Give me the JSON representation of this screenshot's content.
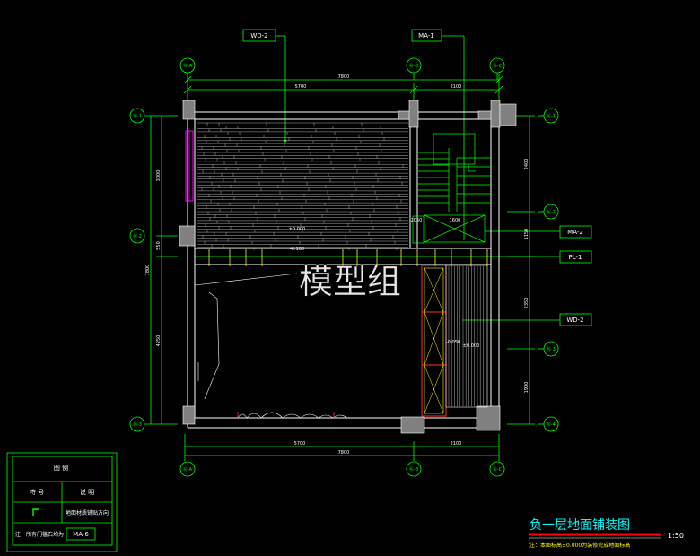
{
  "colors": {
    "background": "#000000",
    "wall": "#ffffff",
    "dimension": "#00ff00",
    "floor_hatch": "#bbbbbb",
    "axis": "#00ff00",
    "title": "#00ffff",
    "title_bar": "#ff0000",
    "note": "#ffff00",
    "red_frame": "#ff3030",
    "magenta": "#ff00ff"
  },
  "tags": {
    "wd2_top": "WD-2",
    "ma1": "MA-1",
    "ma2": "MA-2",
    "pl1": "PL-1",
    "wd2_right": "WD-2",
    "ma6": "MA-6"
  },
  "axes": {
    "top": [
      "⑯-A",
      "⑯-B",
      "⑯-C"
    ],
    "bottom": [
      "⑯-A",
      "⑯-B",
      "⑯-C"
    ],
    "left": [
      "⑯-1",
      "⑯-2",
      "⑯-3"
    ],
    "right": [
      "⑯-1",
      "⑯-2",
      "⑯-3",
      "⑯-4"
    ]
  },
  "dims": {
    "top_total": "7800",
    "top_a": "5700",
    "top_b": "2100",
    "bottom_total": "7800",
    "bottom_a": "5700",
    "bottom_b": "2100",
    "left_total": "7800",
    "left_a": "3000",
    "left_b": "550",
    "left_c": "4250",
    "right_a": "2400",
    "right_b": "1150",
    "right_c": "2350",
    "right_d": "1900"
  },
  "levels": {
    "l1": "±0.000",
    "l2": "-0.100",
    "l3": "-0.050",
    "l4": "±0.000",
    "l5": "1600",
    "l6": "2050"
  },
  "watermark": "模型组",
  "legend": {
    "title": "图  例",
    "col_symbol": "符  号",
    "col_desc": "说  明",
    "row_desc": "地面材质铺贴方向",
    "note_label": "注：所有门槛石均为",
    "note_tag": "MA-6"
  },
  "drawing_title": "负一层地面铺装图",
  "scale": "1:50",
  "note": "注：本图标高±0.000为装修完成地面标高"
}
